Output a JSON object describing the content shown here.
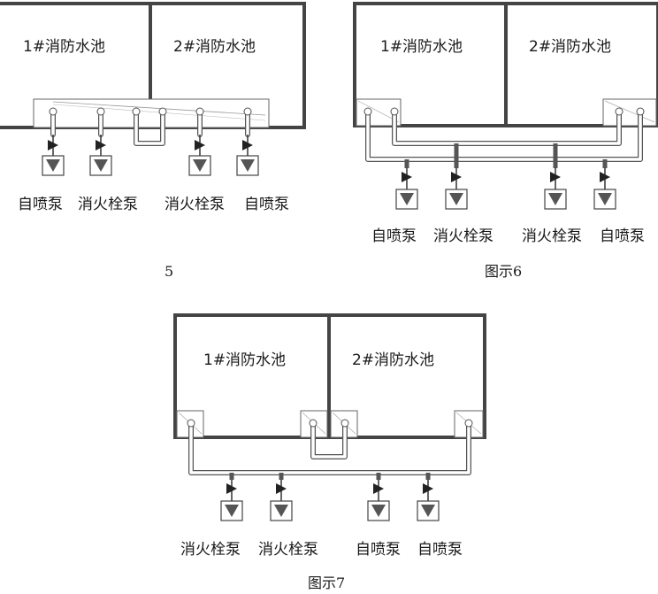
{
  "figures": [
    {
      "id": "fig5",
      "caption": "5",
      "tanks": [
        "1#消防水池",
        "2#消防水池"
      ],
      "pumps": [
        "自喷泵",
        "消火栓泵",
        "消火栓泵",
        "自喷泵"
      ]
    },
    {
      "id": "fig6",
      "caption": "图示6",
      "tanks": [
        "1#消防水池",
        "2#消防水池"
      ],
      "pumps": [
        "自喷泵",
        "消火栓泵",
        "消火栓泵",
        "自喷泵"
      ]
    },
    {
      "id": "fig7",
      "caption": "图示7",
      "tanks": [
        "1#消防水池",
        "2#消防水池"
      ],
      "pumps": [
        "消火栓泵",
        "消火栓泵",
        "自喷泵",
        "自喷泵"
      ]
    }
  ],
  "colors": {
    "wall": "#444444",
    "pipe": "#555555",
    "text": "#1a1a1a"
  }
}
